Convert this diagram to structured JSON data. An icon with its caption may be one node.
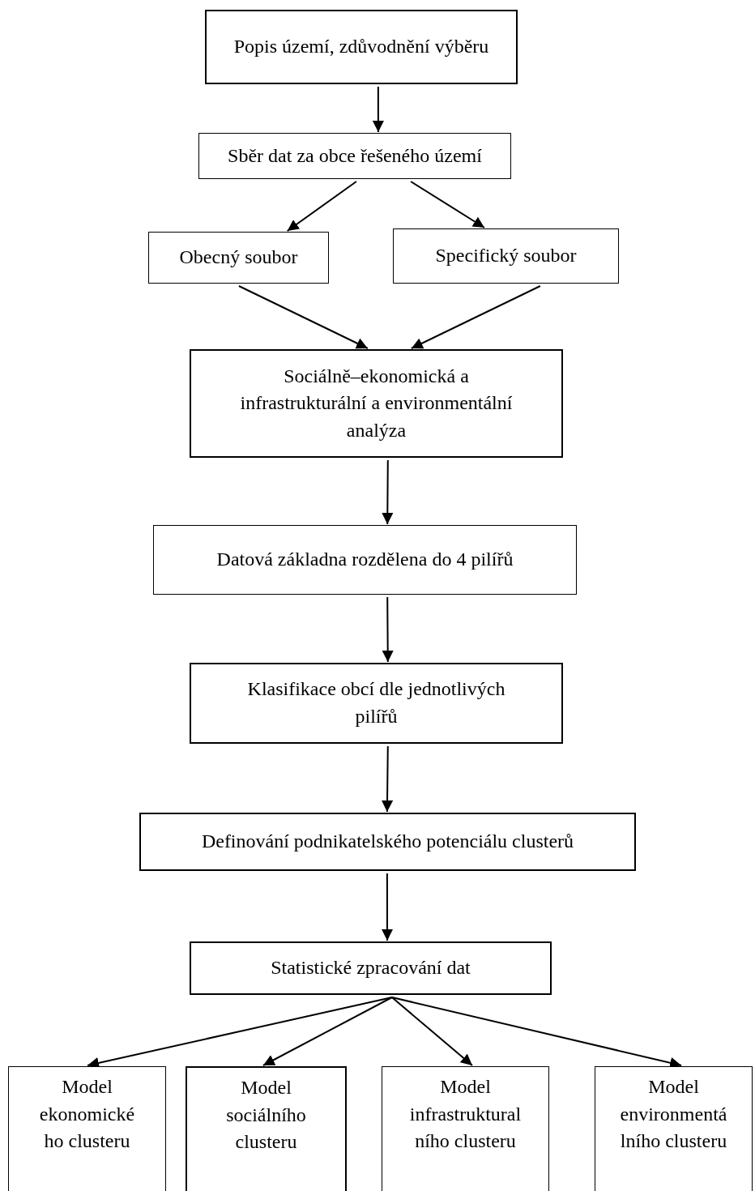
{
  "diagram": {
    "nodes": [
      {
        "text": [
          "Popis území, zdůvodnění výběru"
        ]
      },
      {
        "text": [
          "Sběr dat za obce řešeného území"
        ]
      },
      {
        "text": [
          "Obecný soubor"
        ]
      },
      {
        "text": [
          "Specifický soubor"
        ]
      },
      {
        "text": [
          "Sociálně–ekonomická a infrastrukturální a environmentální analýza"
        ]
      },
      {
        "text": [
          "Datová základna rozdělena do 4 pilířů"
        ]
      },
      {
        "text": [
          "Klasifikace obcí dle jednotlivých pilířů"
        ]
      },
      {
        "text": [
          "Definování podnikatelského potenciálu clusterů"
        ]
      },
      {
        "text": [
          "Statistické zpracování dat"
        ]
      },
      {
        "text": [
          "Model ekonomické ho clusteru"
        ]
      },
      {
        "text": [
          "Model sociálního clusteru"
        ]
      },
      {
        "text": [
          "Model infrastruktural ního clusteru"
        ]
      },
      {
        "text": [
          "Model environmentá lního clusteru"
        ]
      }
    ],
    "edges": [
      {
        "from": 0,
        "to": 1,
        "arrow": "to"
      },
      {
        "from": 1,
        "to": 2,
        "arrow": "to"
      },
      {
        "from": 1,
        "to": 3,
        "arrow": "to"
      },
      {
        "from": 2,
        "to": 4,
        "arrow": "to"
      },
      {
        "from": 3,
        "to": 4,
        "arrow": "to"
      },
      {
        "from": 4,
        "to": 5,
        "arrow": "to"
      },
      {
        "from": 5,
        "to": 6,
        "arrow": "to"
      },
      {
        "from": 6,
        "to": 7,
        "arrow": "to"
      },
      {
        "from": 7,
        "to": 8,
        "arrow": "to"
      },
      {
        "from": 8,
        "to": 9,
        "arrow": "to"
      },
      {
        "from": 8,
        "to": 10,
        "arrow": "to"
      },
      {
        "from": 8,
        "to": 11,
        "arrow": "to"
      },
      {
        "from": 8,
        "to": 12,
        "arrow": "to"
      }
    ]
  }
}
